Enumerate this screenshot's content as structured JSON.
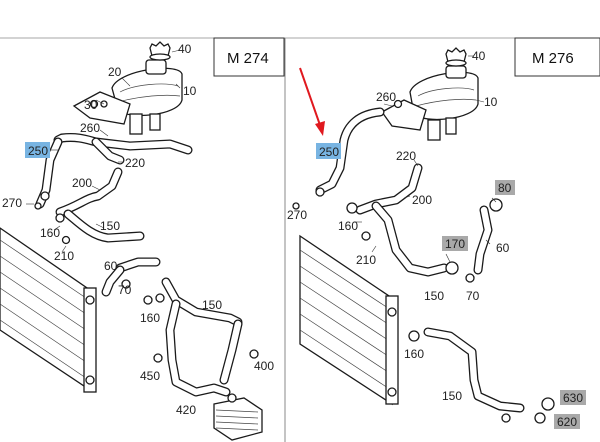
{
  "colors": {
    "highlight_blue": "#78b4e2",
    "highlight_gray": "#a9a9a9",
    "arrow_red": "#e0191f",
    "line": "#1a1a1a"
  },
  "left_panel": {
    "model": "M 274",
    "labels": [
      "40",
      "20",
      "10",
      "30",
      "260",
      "250",
      "220",
      "270",
      "200",
      "160",
      "150",
      "210",
      "60",
      "70",
      "160",
      "150",
      "400",
      "450",
      "420"
    ]
  },
  "right_panel": {
    "model": "M 276",
    "labels": [
      "40",
      "260",
      "10",
      "250",
      "220",
      "270",
      "200",
      "160",
      "210",
      "80",
      "170",
      "60",
      "150",
      "70",
      "160",
      "150",
      "630",
      "620"
    ]
  }
}
